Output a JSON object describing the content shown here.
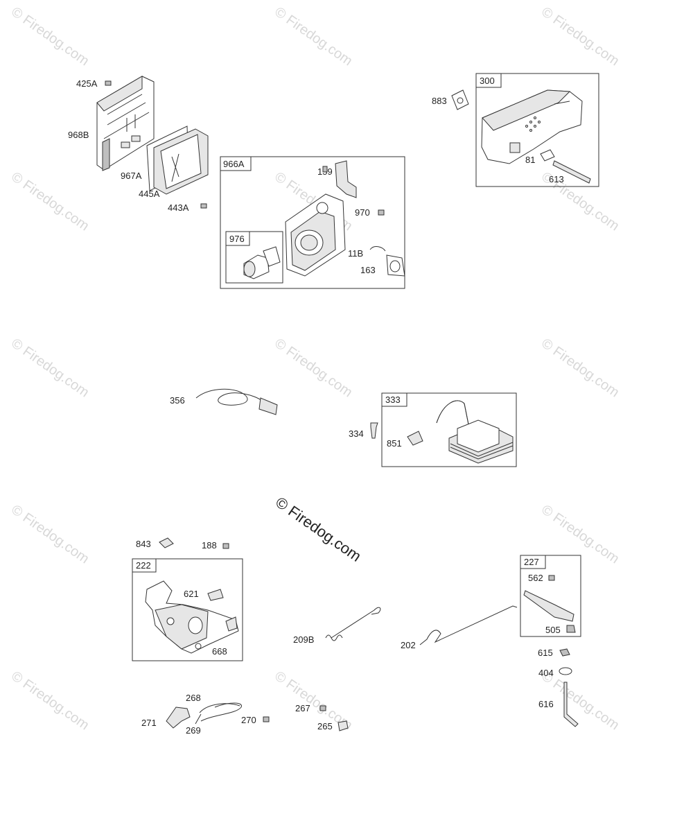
{
  "watermark": {
    "small": "© Firedog.com",
    "big": "© Firedog.com"
  },
  "boxes": {
    "b966A": "966A",
    "b976": "976",
    "b300": "300",
    "b333": "333",
    "b222": "222",
    "b227": "227"
  },
  "labels": {
    "p425A": "425A",
    "p968B": "968B",
    "p967A": "967A",
    "p445A": "445A",
    "p443A": "443A",
    "p159": "159",
    "p970": "970",
    "p11B": "11B",
    "p163": "163",
    "p883": "883",
    "p81": "81",
    "p613": "613",
    "p356": "356",
    "p334": "334",
    "p851": "851",
    "p843": "843",
    "p188": "188",
    "p621": "621",
    "p668": "668",
    "p209B": "209B",
    "p202": "202",
    "p562": "562",
    "p505": "505",
    "p615": "615",
    "p404": "404",
    "p616": "616",
    "p268": "268",
    "p271": "271",
    "p269": "269",
    "p270": "270",
    "p267": "267",
    "p265": "265"
  }
}
